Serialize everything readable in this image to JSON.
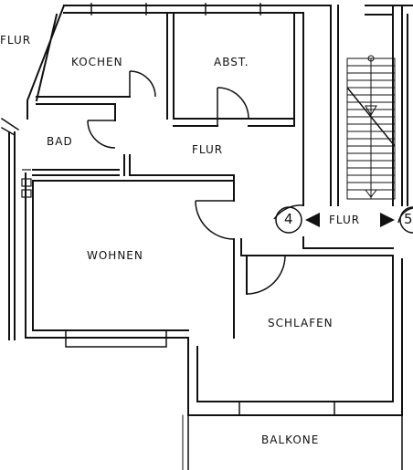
{
  "rooms": {
    "flur_left": "FLUR",
    "kochen": "KOCHEN",
    "abst": "ABST.",
    "bad": "BAD",
    "flur_center": "FLUR",
    "wohnen": "WOHNEN",
    "schlafen": "SCHLAFEN",
    "balkone": "BALKONE",
    "flur_stair": "FLUR"
  },
  "unit_markers": {
    "current": "4",
    "next": "5"
  }
}
